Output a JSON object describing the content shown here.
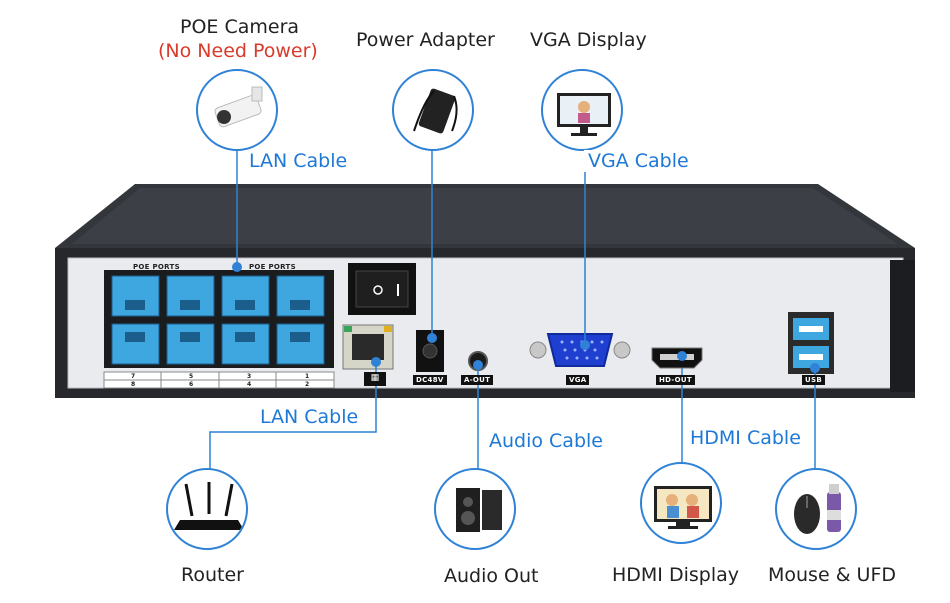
{
  "devices": {
    "poe_camera": {
      "title": "POE Camera",
      "subtitle": "(No Need Power)"
    },
    "power_adapter": "Power Adapter",
    "vga_display": "VGA Display",
    "router": "Router",
    "audio_out": "Audio Out",
    "hdmi_display": "HDMI Display",
    "mouse_ufd": "Mouse & UFD"
  },
  "cables": {
    "lan_top": "LAN Cable",
    "vga": "VGA Cable",
    "lan_bottom": "LAN Cable",
    "audio": "Audio Cable",
    "hdmi": "HDMI Cable"
  },
  "panel": {
    "poe_ports_label": "POE PORTS",
    "port_numbers_top": [
      "7",
      "5",
      "3",
      "1"
    ],
    "port_numbers_bottom": [
      "8",
      "6",
      "4",
      "2"
    ],
    "dc_label": "DC48V",
    "aout_label": "A-OUT",
    "vga_label": "VGA",
    "hdout_label": "HD-OUT",
    "usb_label": "USB"
  },
  "colors": {
    "accent": "#2f82d6",
    "cable_text": "#1e78d6",
    "warning_text": "#d93b2b",
    "chassis": "#2b2d31"
  }
}
